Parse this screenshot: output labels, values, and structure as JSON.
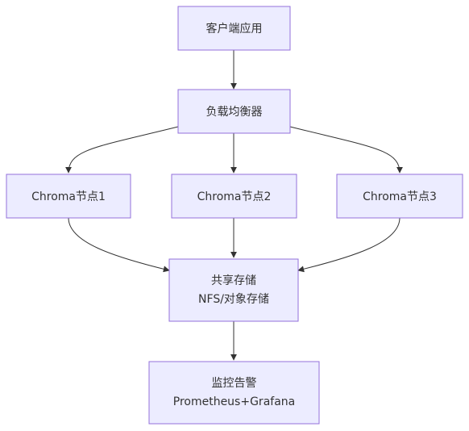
{
  "nodes": {
    "client": {
      "lines": [
        "客户端应用"
      ]
    },
    "lb": {
      "lines": [
        "负载均衡器"
      ]
    },
    "chroma1": {
      "lines": [
        "Chroma节点1"
      ]
    },
    "chroma2": {
      "lines": [
        "Chroma节点2"
      ]
    },
    "chroma3": {
      "lines": [
        "Chroma节点3"
      ]
    },
    "storage": {
      "lines": [
        "共享存储",
        "NFS/对象存储"
      ]
    },
    "monitor": {
      "lines": [
        "监控告警",
        "Prometheus+Grafana"
      ]
    }
  },
  "colors": {
    "node_fill": "#ECECFF",
    "node_stroke": "#9370DB",
    "edge": "#333333",
    "text": "#333333"
  }
}
